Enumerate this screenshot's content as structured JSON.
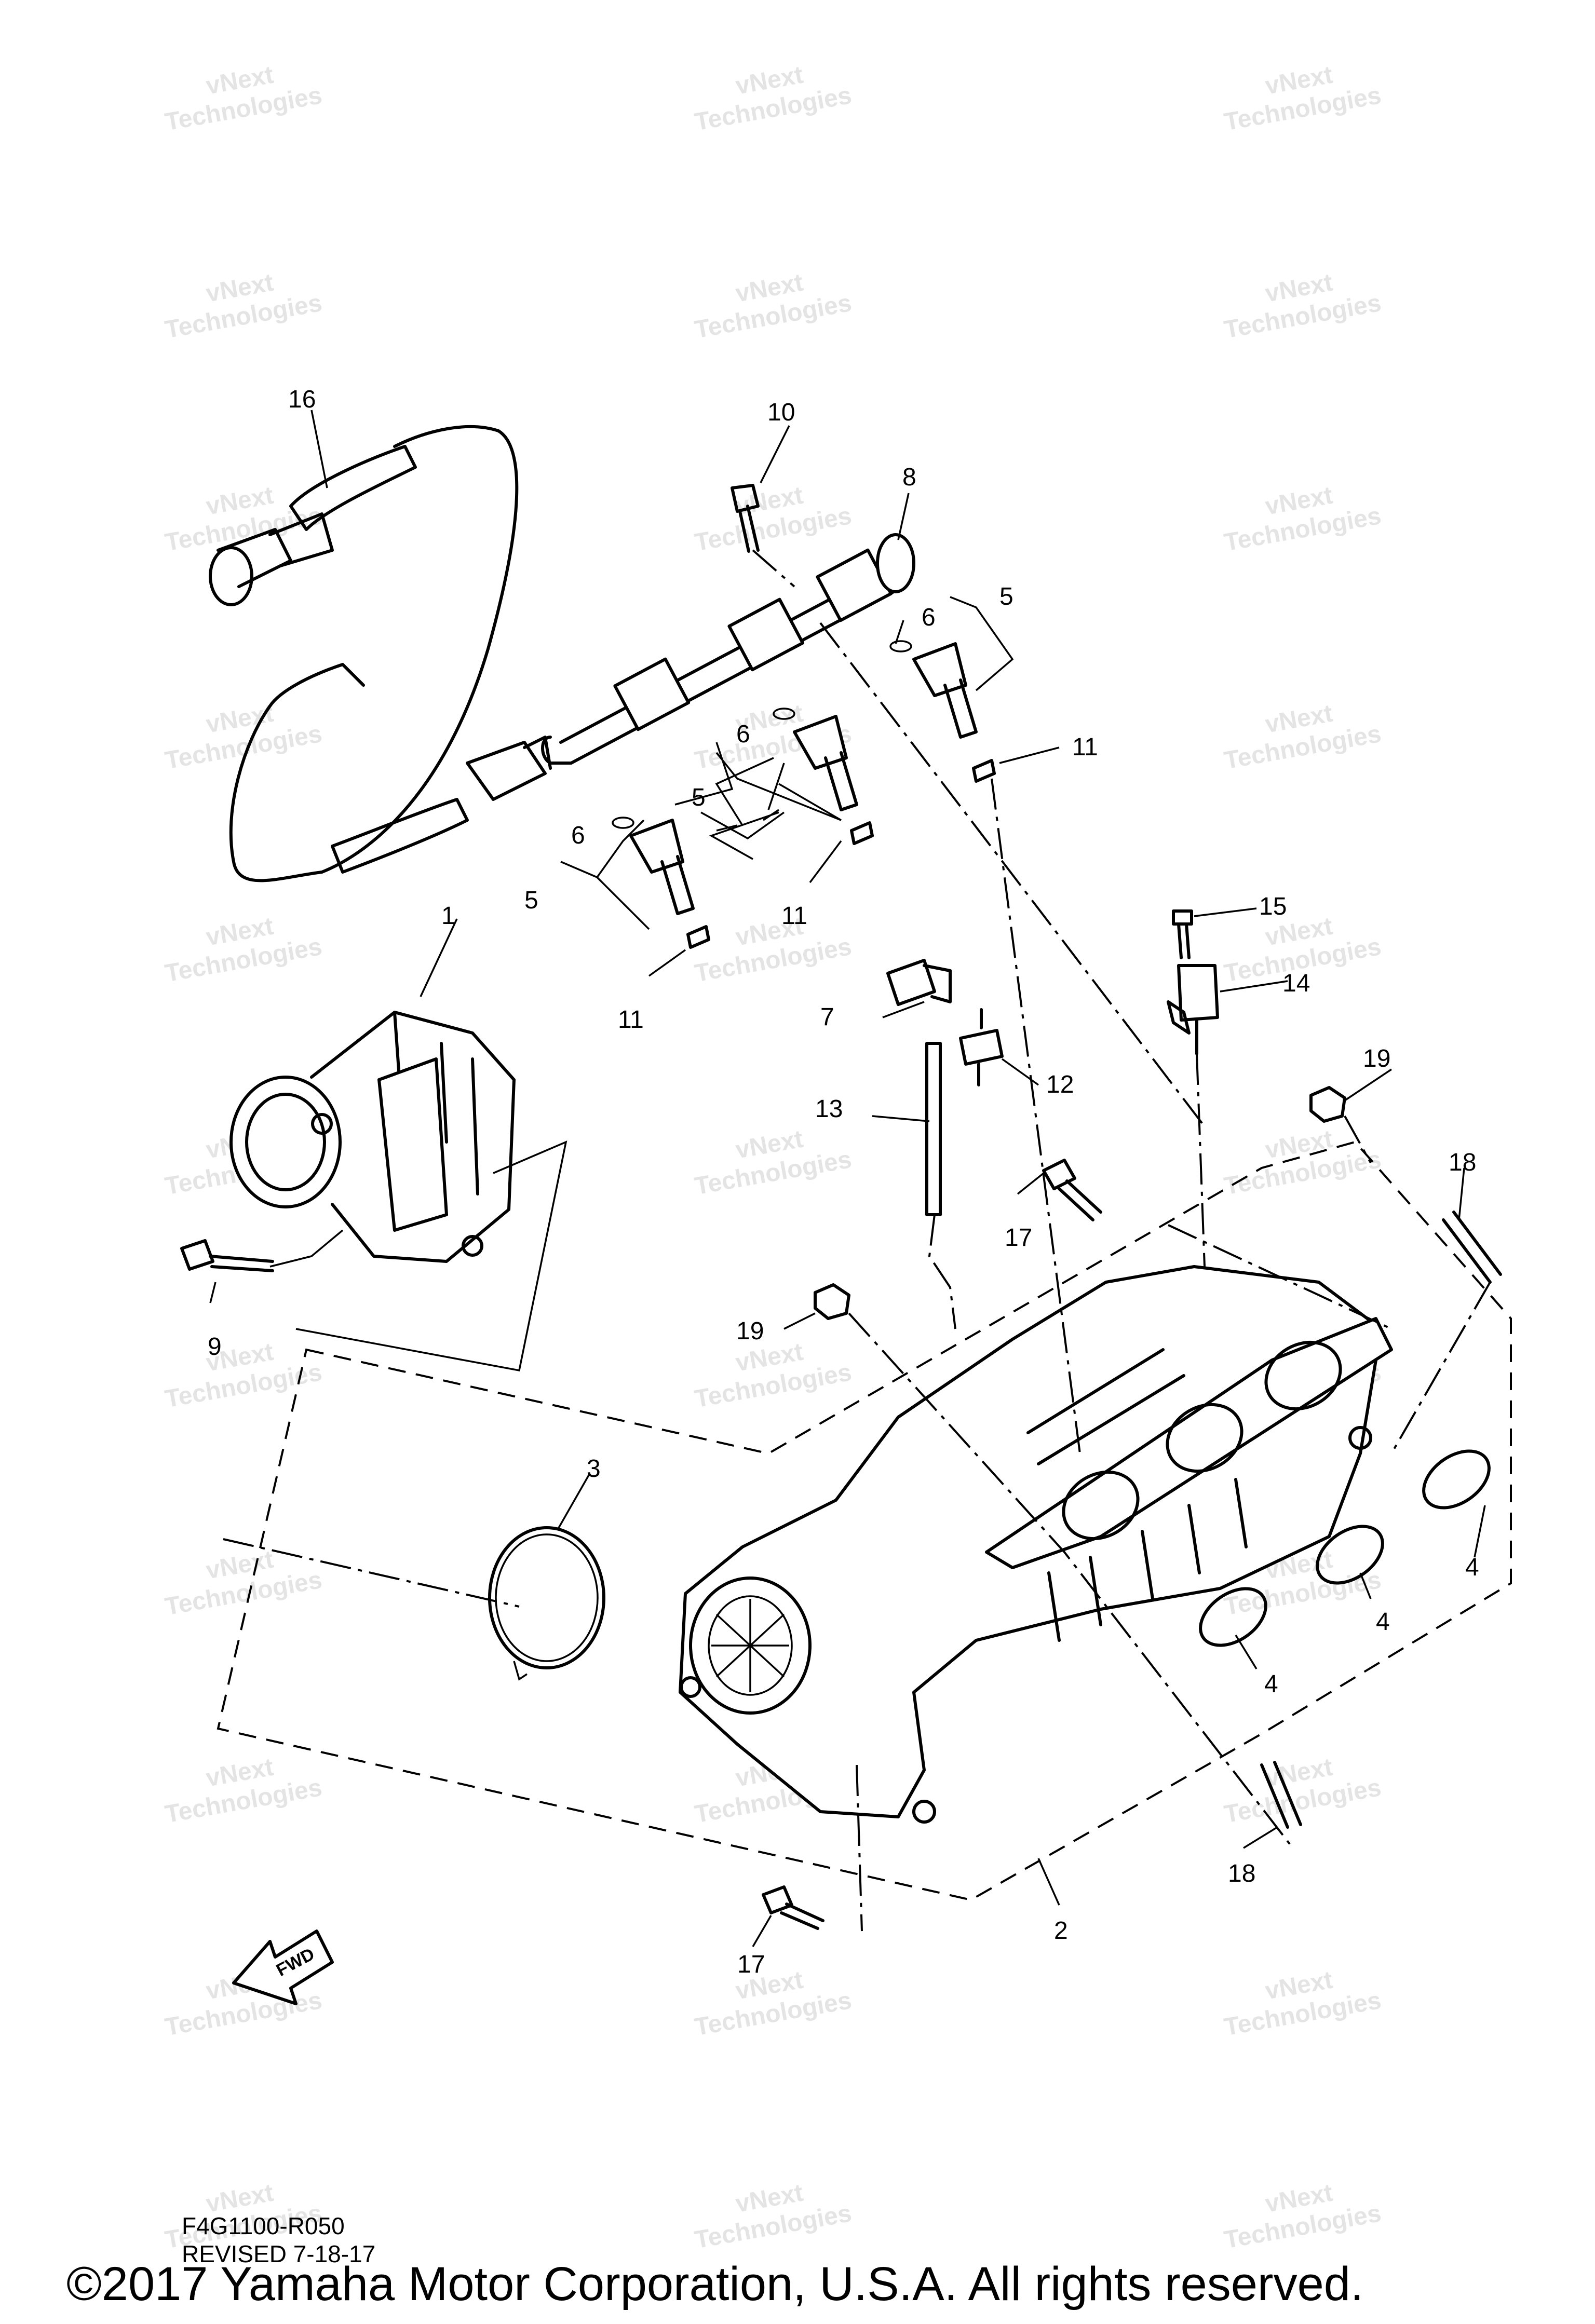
{
  "watermark": {
    "line1": "vNext",
    "line2": "Technologies"
  },
  "callouts": {
    "c1": "1",
    "c2": "2",
    "c3": "3",
    "c4a": "4",
    "c4b": "4",
    "c4c": "4",
    "c5a": "5",
    "c5b": "5",
    "c5c": "5",
    "c6a": "6",
    "c6b": "6",
    "c6c": "6",
    "c7": "7",
    "c8": "8",
    "c9": "9",
    "c10": "10",
    "c11a": "11",
    "c11b": "11",
    "c11c": "11",
    "c12": "12",
    "c13": "13",
    "c14": "14",
    "c15": "15",
    "c16": "16",
    "c17a": "17",
    "c17b": "17",
    "c18a": "18",
    "c18b": "18",
    "c19a": "19",
    "c19b": "19"
  },
  "fwd_label": "FWD",
  "drawing_code": "F4G1100-R050",
  "revised": "REVISED 7-18-17",
  "copyright": "©2017 Yamaha Motor Corporation, U.S.A. All rights reserved."
}
